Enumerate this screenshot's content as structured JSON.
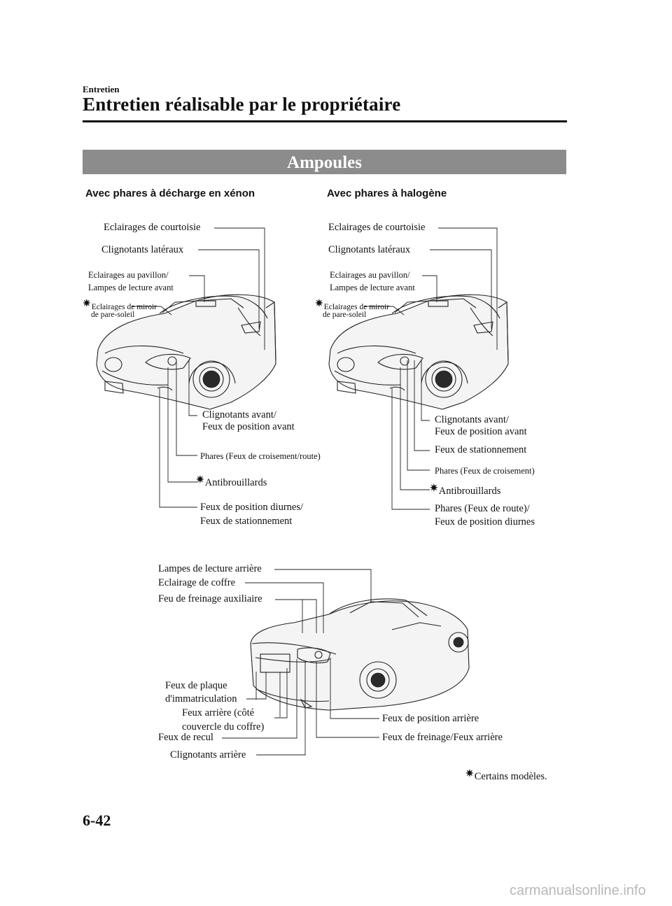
{
  "header": {
    "section": "Entretien",
    "title": "Entretien réalisable par le propriétaire"
  },
  "banner": {
    "title": "Ampoules"
  },
  "left_diagram": {
    "heading": "Avec phares à décharge en xénon",
    "labels": {
      "courtesy": "Eclairages de courtoisie",
      "side_turn": "Clignotants latéraux",
      "overhead_1": "Eclairages au pavillon/",
      "overhead_2": "Lampes de lecture avant",
      "vanity_1": "Eclairages de miroir",
      "vanity_2": "de pare-soleil",
      "front_turn_1": "Clignotants avant/",
      "front_turn_2": "Feux de position avant",
      "headlights": "Phares (Feux de croisement/route)",
      "fog": "Antibrouillards",
      "drl_1": "Feux de position diurnes/",
      "drl_2": "Feux de stationnement"
    }
  },
  "right_diagram": {
    "heading": "Avec phares à halogène",
    "labels": {
      "courtesy": "Eclairages de courtoisie",
      "side_turn": "Clignotants latéraux",
      "overhead_1": "Eclairages au pavillon/",
      "overhead_2": "Lampes de lecture avant",
      "vanity_1": "Eclairages de miroir",
      "vanity_2": "de pare-soleil",
      "front_turn_1": "Clignotants avant/",
      "front_turn_2": "Feux de position avant",
      "parking": "Feux de stationnement",
      "low_beam": "Phares (Feux de croisement)",
      "fog": "Antibrouillards",
      "high_beam_1": "Phares (Feux de route)/",
      "high_beam_2": "Feux de position diurnes"
    }
  },
  "rear_diagram": {
    "labels": {
      "rear_reading": "Lampes de lecture arrière",
      "trunk": "Eclairage de coffre",
      "high_brake": "Feu de freinage auxiliaire",
      "plate_1": "Feux de plaque",
      "plate_2": "d'immatriculation",
      "trunk_lid_1": "Feux arrière (côté",
      "trunk_lid_2": "couvercle du coffre)",
      "reverse": "Feux de recul",
      "rear_turn": "Clignotants arrière",
      "rear_position": "Feux de position arrière",
      "brake_tail": "Feux de freinage/Feux arrière"
    }
  },
  "footnote": {
    "star": "✷",
    "text": "Certains modèles."
  },
  "page_number": "6-42",
  "watermark": "carmanualsonline.info"
}
